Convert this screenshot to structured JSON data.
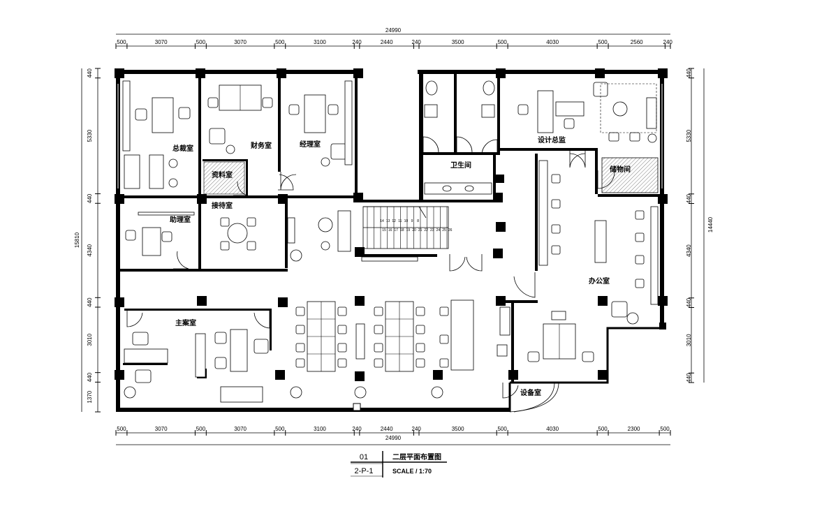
{
  "plan": {
    "dimensions": {
      "overall_width": "24990",
      "overall_height_left": "15810",
      "overall_height_right": "14440",
      "top_segments": [
        "500",
        "3070",
        "500",
        "3070",
        "500",
        "3100",
        "240",
        "2440",
        "240",
        "3500",
        "500",
        "4030",
        "500",
        "2560",
        "240"
      ],
      "bottom_segments": [
        "500",
        "3070",
        "500",
        "3070",
        "500",
        "3100",
        "240",
        "2440",
        "240",
        "3500",
        "500",
        "4030",
        "500",
        "2300",
        "500"
      ],
      "left_segments": [
        "440",
        "5330",
        "440",
        "4340",
        "440",
        "3010",
        "440",
        "1370"
      ],
      "right_segments": [
        "440",
        "5330",
        "440",
        "4340",
        "440",
        "3010",
        "440"
      ]
    },
    "rooms": {
      "general_manager": "总裁室",
      "finance": "财务室",
      "manager": "经理室",
      "archive": "资料室",
      "assistant": "助理室",
      "reception": "接待室",
      "main_case": "主案室",
      "restroom": "卫生间",
      "design_director": "设计总监",
      "storage": "储物间",
      "office": "办公室",
      "equipment": "设备室"
    },
    "stair_numbers_top": [
      "14",
      "13",
      "12",
      "11",
      "10",
      "9",
      "8"
    ],
    "stair_numbers_bottom": [
      "15",
      "16",
      "17",
      "18",
      "19",
      "20",
      "21",
      "22",
      "23",
      "24",
      "25",
      "26"
    ],
    "title_block": {
      "number": "01",
      "sheet": "2-P-1",
      "name": "二层平面布置图",
      "scale": "SCALE / 1:70"
    }
  }
}
